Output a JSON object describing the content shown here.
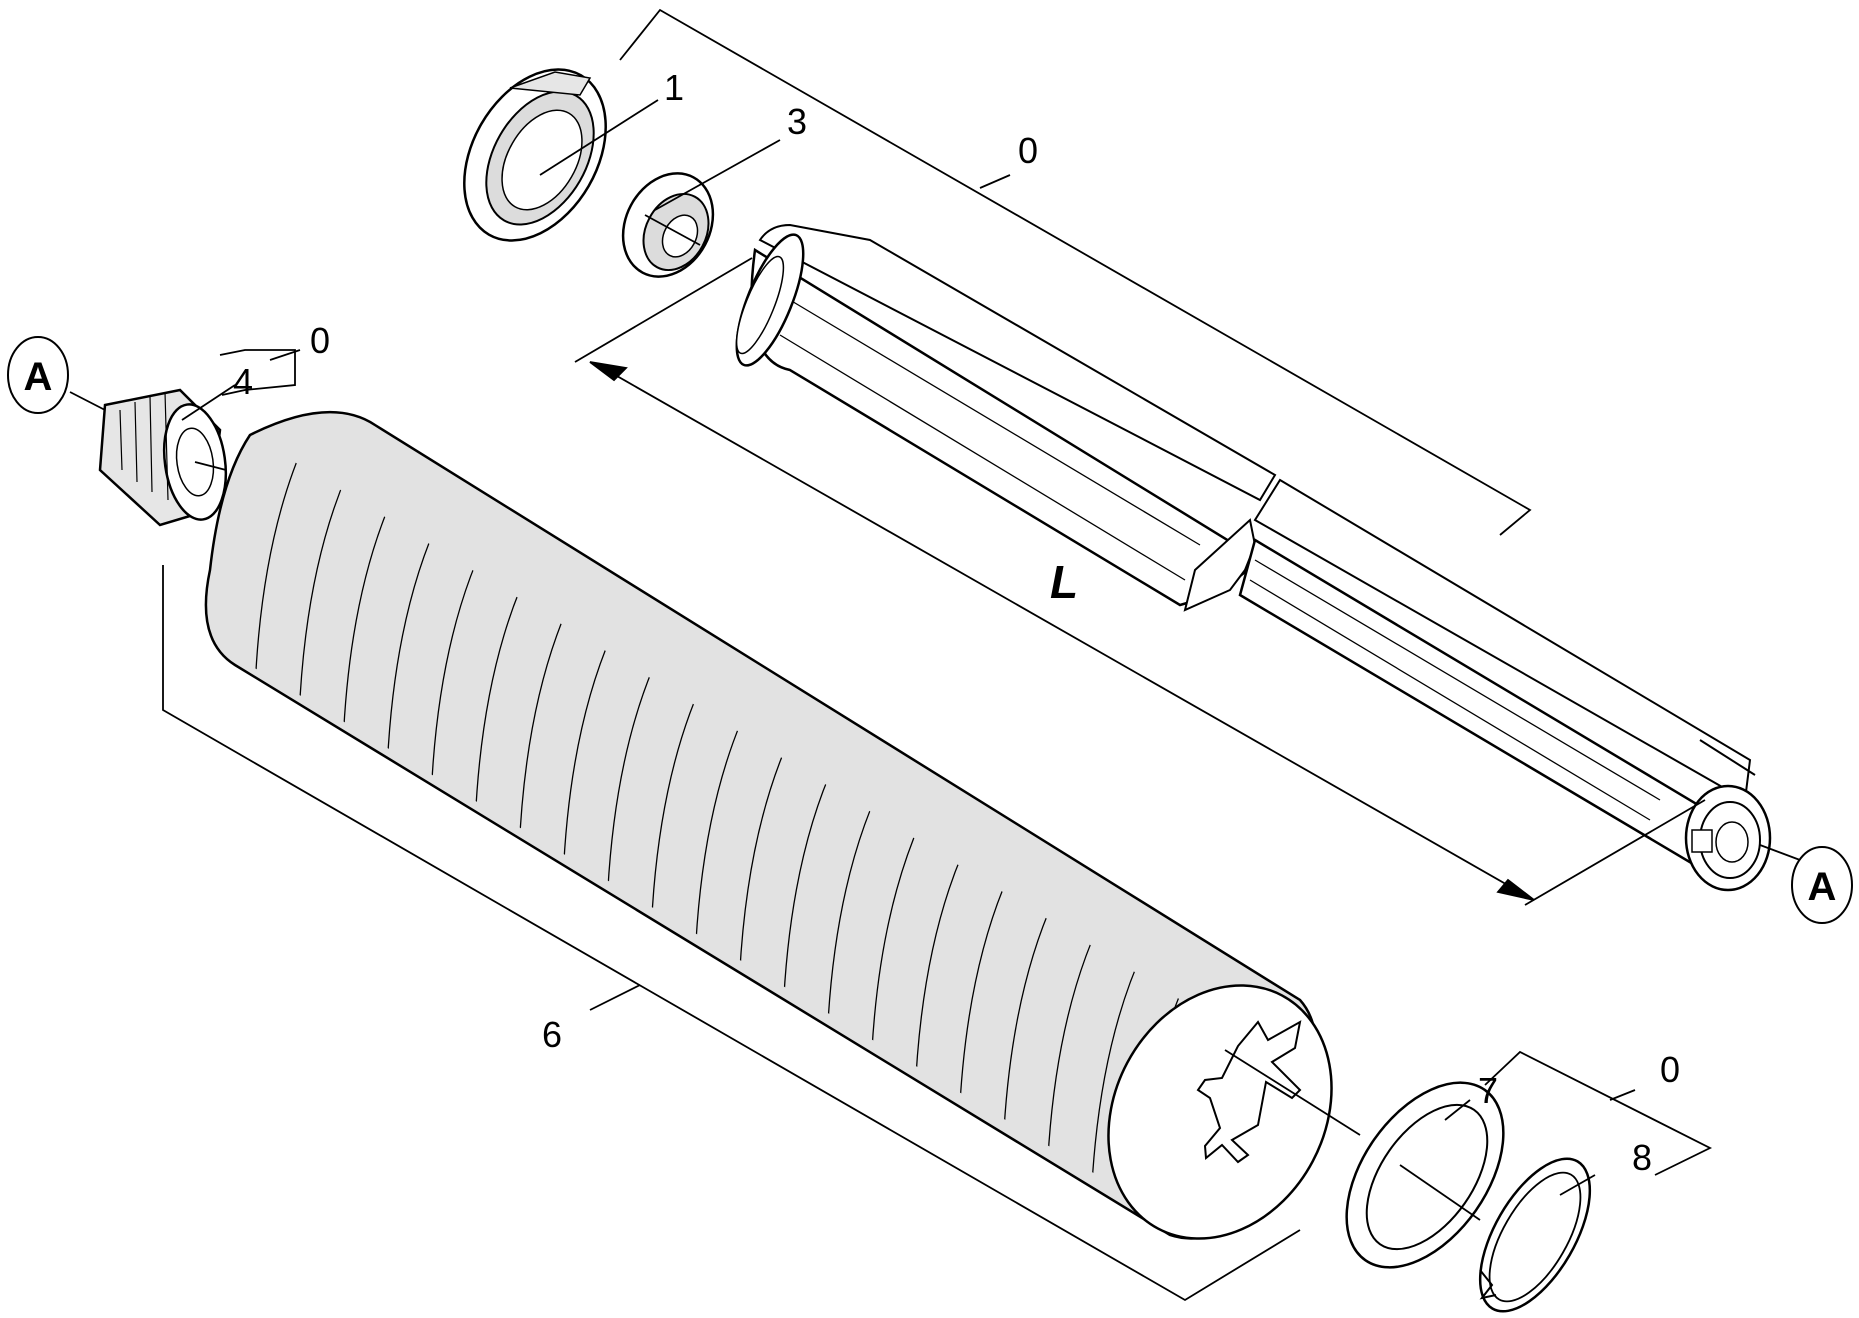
{
  "diagram": {
    "callouts": {
      "c1": "1",
      "c3": "3",
      "c0_top": "0",
      "c0_left": "0",
      "c4": "4",
      "c6": "6",
      "c7": "7",
      "c0_right": "0",
      "c8": "8"
    },
    "dimension_label": "L",
    "reference_letter": "A"
  }
}
